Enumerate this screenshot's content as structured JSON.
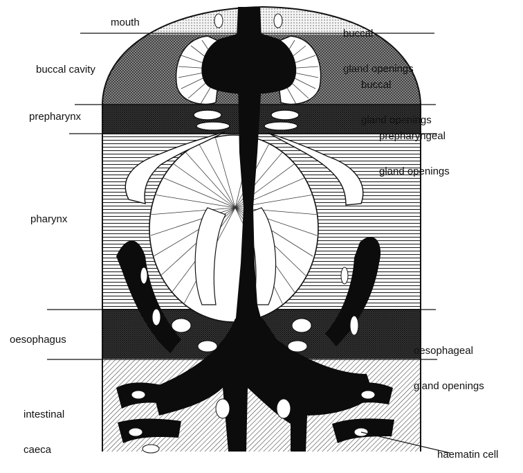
{
  "labels": {
    "mouth": "mouth",
    "buccal_gland_openings_top": [
      "buccal",
      "gland openings"
    ],
    "buccal_cavity": "buccal cavity",
    "buccal_gland_openings_side": [
      "buccal",
      "gland openings"
    ],
    "prepharynx": "prepharynx",
    "prepharyngeal_gland_openings": [
      "prepharyngeal",
      "gland openings"
    ],
    "pharynx": "pharynx",
    "oesophagus": "oesophagus",
    "oesophageal_gland_openings": [
      "oesophageal",
      "gland openings"
    ],
    "intestinal_caeca": [
      "intestinal",
      "caeca"
    ],
    "haematin_cell": "haematin cell"
  },
  "colors": {
    "ink": "#111111",
    "background": "#ffffff"
  }
}
